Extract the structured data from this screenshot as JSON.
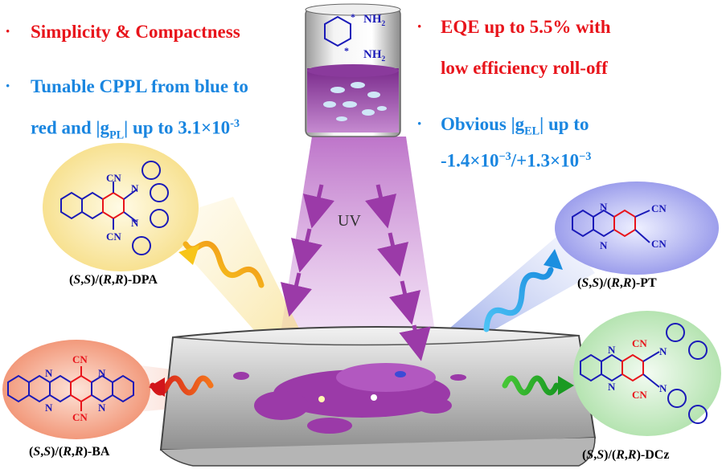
{
  "left_points": {
    "p1": "Simplicity & Compactness",
    "p2_line1": "Tunable CPPL from blue to",
    "p2_line2_a": "red and |g",
    "p2_line2_sub": "PL",
    "p2_line2_b": "| up to 3.1×10",
    "p2_line2_sup": "-3"
  },
  "right_points": {
    "p1_line1": "EQE up to 5.5% with",
    "p1_line2": "low efficiency roll-off",
    "p2_line1_a": "Obvious |g",
    "p2_line1_sub": "EL",
    "p2_line1_b": "| up to",
    "p2_line2_a": "-1.4×10",
    "p2_line2_sup1": "−3",
    "p2_line2_b": "/+1.3×10",
    "p2_line2_sup2": "−3"
  },
  "bullet_symbol": "·",
  "uv_label": "UV",
  "vial": {
    "nh2_top": "NH",
    "nh2_bottom": "NH",
    "sub2": "2",
    "star": "*"
  },
  "molecules": {
    "dpa": {
      "label_open": "(",
      "s1": "S",
      "comma1": ",",
      "s2": "S",
      "mid": ")/(",
      "r1": "R",
      "comma2": ",",
      "r2": "R",
      "suffix": ")-DPA",
      "cn": "CN",
      "n": "N"
    },
    "pt": {
      "label_open": "(",
      "s1": "S",
      "comma1": ",",
      "s2": "S",
      "mid": ")/(",
      "r1": "R",
      "comma2": ",",
      "r2": "R",
      "suffix": ")-PT",
      "cn": "CN",
      "n": "N"
    },
    "ba": {
      "label_open": "(",
      "s1": "S",
      "comma1": ",",
      "s2": "S",
      "mid": ")/(",
      "r1": "R",
      "comma2": ",",
      "r2": "R",
      "suffix": ")-BA",
      "cn": "CN",
      "n": "N"
    },
    "dcz": {
      "label_open": "(",
      "s1": "S",
      "comma1": ",",
      "s2": "S",
      "mid": ")/(",
      "r1": "R",
      "comma2": ",",
      "r2": "R",
      "suffix": ")-DCz",
      "cn": "CN",
      "n": "N"
    }
  },
  "colors": {
    "red_text": "#e8141b",
    "blue_text": "#1a86e0",
    "structure_blue": "#1a1ab8",
    "structure_red": "#e8141b",
    "purple": "#9b3aa8"
  }
}
